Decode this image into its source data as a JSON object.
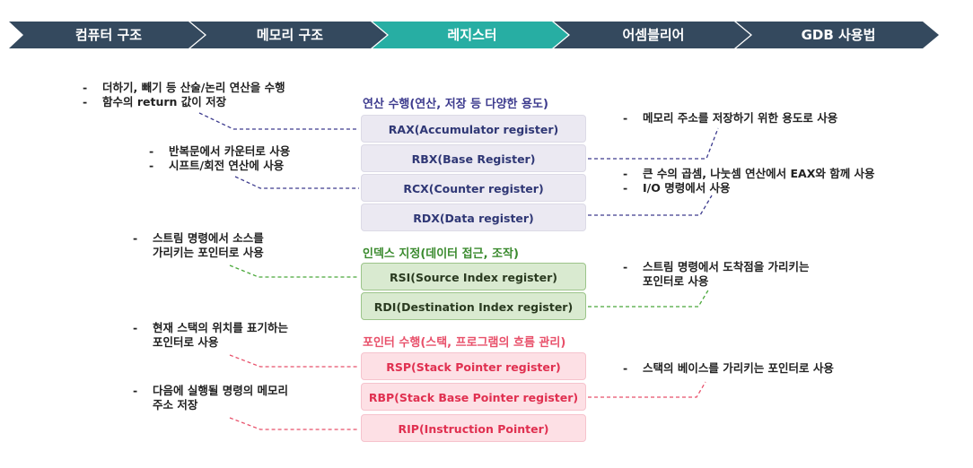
{
  "nav": {
    "items": [
      "컴퓨터 구조",
      "메모리 구조",
      "레지스터",
      "어셈블리어",
      "GDB 사용법"
    ],
    "active_index": 2,
    "colors": {
      "dark": "#34495e",
      "active": "#27aea3"
    }
  },
  "groups": {
    "g1": {
      "title": "연산 수행(연산, 저장 등 다양한 용도)",
      "registers": [
        "RAX(Accumulator register)",
        "RBX(Base Register)",
        "RCX(Counter register)",
        "RDX(Data register)"
      ],
      "color": "#3d3b8e"
    },
    "g2": {
      "title": "인덱스 지정(데이터 접근, 조작)",
      "registers": [
        "RSI(Source Index register)",
        "RDI(Destination Index register)"
      ],
      "color": "#3a8a2e"
    },
    "g3": {
      "title": "포인터 수행(스택, 프로그램의 흐름 관리)",
      "registers": [
        "RSP(Stack Pointer register)",
        "RBP(Stack Base Pointer register)",
        "RIP(Instruction Pointer)"
      ],
      "color": "#e8506a"
    }
  },
  "notes": {
    "rax": {
      "lines": [
        "더하기, 빼기 등 산술/논리 연산을 수행",
        "함수의 return 값이 저장"
      ]
    },
    "rcx": {
      "lines": [
        "반복문에서 카운터로 사용",
        "시프트/회전 연산에 사용"
      ]
    },
    "rbx": {
      "lines": [
        "메모리 주소를 저장하기 위한 용도로 사용"
      ]
    },
    "rdx": {
      "lines": [
        "큰 수의 곱셈, 나눗셈 연산에서 EAX와 함께 사용",
        "I/O 명령에서 사용"
      ]
    },
    "rsi": {
      "first": "스트림 명령에서 소스를",
      "cont": "가리키는 포인터로 사용"
    },
    "rdi": {
      "first": "스트림 명령에서 도착점을 가리키는",
      "cont": "포인터로 사용"
    },
    "rsp": {
      "first": "현재 스택의 위치를 표기하는",
      "cont": "포인터로 사용"
    },
    "rbp": {
      "lines": [
        "스택의 베이스를 가리키는 포인터로 사용"
      ]
    },
    "rip": {
      "first": "다음에 실행될 명령의 메모리",
      "cont": "주소 저장"
    },
    "bullet": "-"
  }
}
